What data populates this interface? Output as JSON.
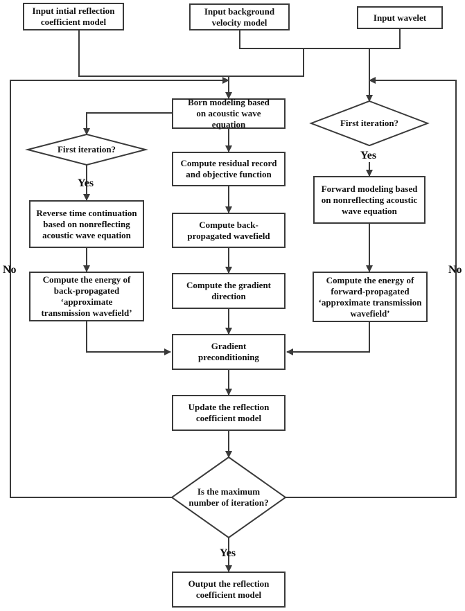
{
  "nodes": {
    "input_reflection": "Input intial reflection coefficient model",
    "input_velocity": "Input  background velocity model",
    "input_wavelet": "Input wavelet",
    "born_modeling": "Born modeling based on acoustic wave equation",
    "residual": "Compute residual record and objective function",
    "backprop": "Compute back-propagated wavefield",
    "gradient_dir": "Compute the gradient direction",
    "precond": "Gradient preconditioning",
    "update": "Update the reflection coefficient model",
    "first_iter_left": "First iteration?",
    "first_iter_right": "First iteration?",
    "reverse_time": "Reverse time continuation based on nonreflecting acoustic wave equation",
    "energy_back": "Compute the energy of  back-propagated ‘approximate transmission wavefield’",
    "forward_modeling": "Forward modeling based on nonreflecting acoustic wave equation",
    "energy_forward": "Compute the energy of forward-propagated ‘approximate transmission wavefield’",
    "max_iter": "Is the maximum number of iteration?",
    "output": "Output the reflection coefficient model"
  },
  "edge_labels": {
    "yes_left": "Yes",
    "yes_right": "Yes",
    "yes_bottom": "Yes",
    "no_left": "No",
    "no_right": "No"
  }
}
